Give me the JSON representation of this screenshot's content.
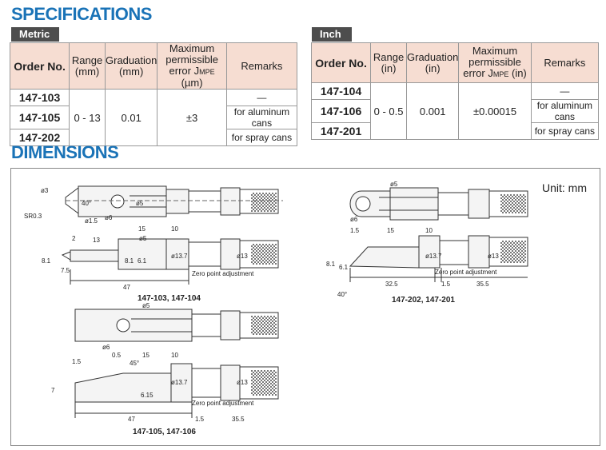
{
  "headings": {
    "specifications": "SPECIFICATIONS",
    "dimensions": "DIMENSIONS"
  },
  "metric": {
    "tab": "Metric",
    "headers": [
      "Order No.",
      "Range (mm)",
      "Graduation (mm)",
      "Maximum permissible error JMPE (µm)",
      "Remarks"
    ],
    "order_nos": [
      "147-103",
      "147-105",
      "147-202"
    ],
    "range": "0 - 13",
    "graduation": "0.01",
    "error": "±3",
    "remarks": [
      "—",
      "for aluminum cans",
      "for spray cans"
    ]
  },
  "inch": {
    "tab": "Inch",
    "headers": [
      "Order No.",
      "Range (in)",
      "Graduation (in)",
      "Maximum permissible error JMPE (in)",
      "Remarks"
    ],
    "order_nos": [
      "147-104",
      "147-106",
      "147-201"
    ],
    "range": "0 - 0.5",
    "graduation": "0.001",
    "error": "±0.00015",
    "remarks": [
      "—",
      "for aluminum cans",
      "for spray cans"
    ]
  },
  "dimensions": {
    "unit": "Unit: mm",
    "captions": [
      "147-103, 147-104",
      "147-202, 147-201",
      "147-105, 147-106"
    ],
    "zero_point": "Zero point adjustment",
    "labels": {
      "d3": "ø3",
      "deg40": "40°",
      "sr03": "SR0.3",
      "d15": "ø1.5",
      "d6": "ø6",
      "d5": "ø5",
      "n15": "15",
      "n10": "10",
      "n2": "2",
      "n13": "13",
      "n81": "8.1",
      "n75": "7.5",
      "n61": "6.1",
      "d137": "ø13.7",
      "d13": "ø13",
      "n47": "47",
      "n1_5": "1.5",
      "n325": "32.5",
      "n355": "35.5",
      "n05": "0.5",
      "deg45": "45°",
      "n7": "7",
      "n615": "6.15"
    }
  }
}
